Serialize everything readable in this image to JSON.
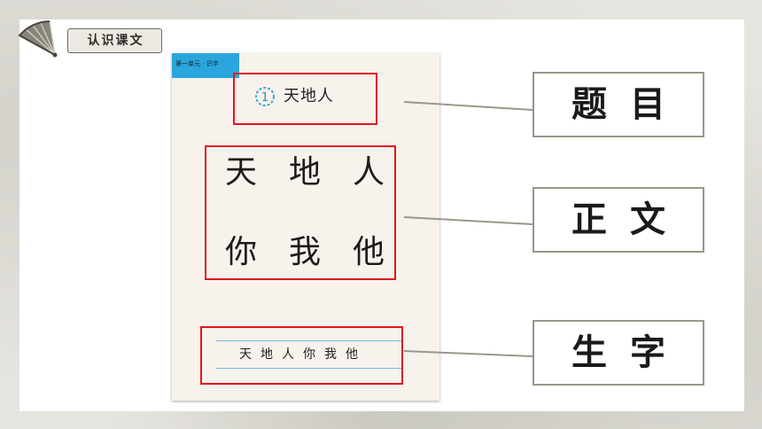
{
  "section": {
    "label": "认识课文",
    "icon": "folding-fan-icon"
  },
  "textbook": {
    "unit_label": "第一单元 · 识字",
    "lesson_number": "1",
    "lesson_title": "天地人",
    "body_line_1": [
      "天",
      "地",
      "人"
    ],
    "body_line_2": [
      "你",
      "我",
      "他"
    ],
    "vocab_line": "天地人你我他"
  },
  "terms": {
    "title": "题目",
    "body": "正文",
    "vocab": "生字"
  },
  "colors": {
    "highlight_border": "#e2151a",
    "unit_tab": "#2aa6dc",
    "connector": "#9b968b"
  }
}
